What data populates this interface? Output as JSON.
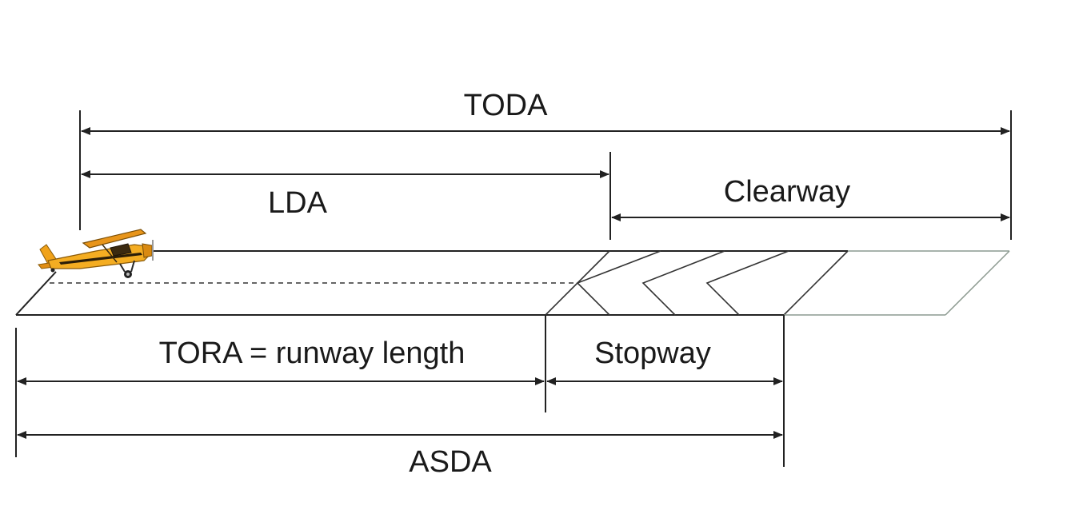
{
  "labels": {
    "toda": "TODA",
    "lda": "LDA",
    "clearway": "Clearway",
    "tora": "TORA = runway length",
    "stopway": "Stopway",
    "asda": "ASDA"
  },
  "icons": {
    "airplane": "airplane-icon"
  },
  "colors": {
    "line": "#222222",
    "clearway_edge": "#8c9a90",
    "airplane_body": "#f2a81d",
    "airplane_wing": "#e0901a"
  }
}
